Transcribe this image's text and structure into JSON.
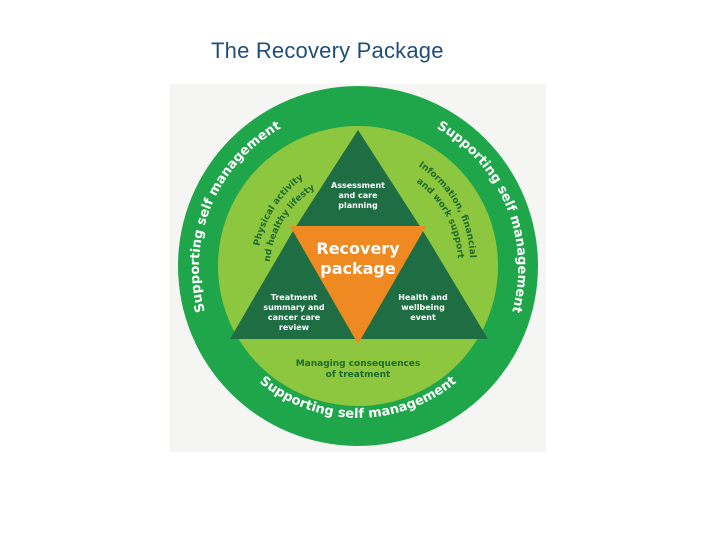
{
  "slide": {
    "title": "The Recovery Package"
  },
  "diagram": {
    "outer_ring": {
      "left_label": "Supporting self management",
      "right_label": "Supporting self management",
      "bottom_label": "Supporting self management"
    },
    "inner_ring": {
      "left_line1": "Physical activity",
      "left_line2": "and healthy lifestyle",
      "right_line1": "Information, financial",
      "right_line2": "and work support",
      "bottom_line1": "Managing consequences",
      "bottom_line2": "of treatment"
    },
    "triangles": {
      "top": [
        "Assessment",
        "and care",
        "planning"
      ],
      "left": [
        "Treatment",
        "summary and",
        "cancer care",
        "review"
      ],
      "right": [
        "Health and",
        "wellbeing",
        "event"
      ]
    },
    "center": [
      "Recovery",
      "package"
    ],
    "colors": {
      "outer_ring": "#1fa64a",
      "inner_ring": "#8dc63f",
      "triangles": "#1f6e43",
      "center": "#ef8a23",
      "title": "#1f4e79"
    }
  }
}
